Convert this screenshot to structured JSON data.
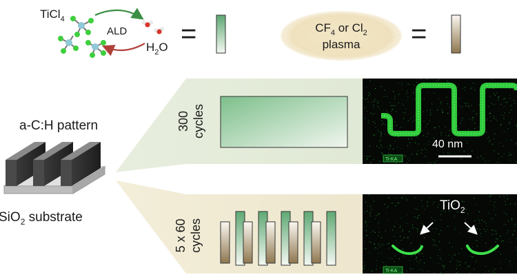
{
  "legend": {
    "precursor": "TiCl",
    "precursor_sub": "4",
    "ald_label": "ALD",
    "water": "H",
    "water_sub": "2",
    "water_tail": "O",
    "equals": "=",
    "plasma_line1_a": "CF",
    "plasma_line1_sub1": "4",
    "plasma_line1_b": " or Cl",
    "plasma_line1_sub2": "2",
    "plasma_line2": "plasma"
  },
  "substrate": {
    "pattern_label": "a-C:H pattern",
    "substrate_label_a": "SiO",
    "substrate_label_sub": "2",
    "substrate_label_b": " substrate"
  },
  "process_top": {
    "cycles_number": "300",
    "cycles_word": "cycles"
  },
  "process_bottom": {
    "cycles_number": "5 x 60",
    "cycles_word": "cycles",
    "ald_steps": 5,
    "plasma_steps": 5
  },
  "micrographs": {
    "top_scale": "40 nm",
    "top_tag": "Ti-KA",
    "bottom_title_a": "TiO",
    "bottom_title_sub": "2",
    "bottom_tag": "Ti-KA"
  },
  "colors": {
    "ald_green": "#7fbf8e",
    "plasma_tan": "#9c8460",
    "top_panel": "#e6eddc",
    "bottom_panel": "#f2ecd7",
    "edx_green": "#39e04a"
  }
}
